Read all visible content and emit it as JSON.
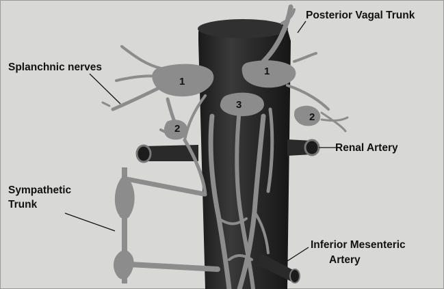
{
  "labels": {
    "posterior_vagal_trunk": "Posterior Vagal Trunk",
    "splanchnic_nerves": "Splanchnic nerves",
    "renal_artery": "Renal Artery",
    "sympathetic_trunk_line1": "Sympathetic",
    "sympathetic_trunk_line2": "Trunk",
    "inferior_mesenteric_line1": "Inferior Mesenteric",
    "inferior_mesenteric_line2": "Artery"
  },
  "markers": {
    "ganglion_1_left": "1",
    "ganglion_1_right": "1",
    "ganglion_2_left": "2",
    "ganglion_2_right": "2",
    "ganglion_3": "3"
  },
  "colors": {
    "background": "#d8d8d6",
    "aorta": "#262626",
    "nerve": "#8c8c8c",
    "text": "#111111"
  }
}
